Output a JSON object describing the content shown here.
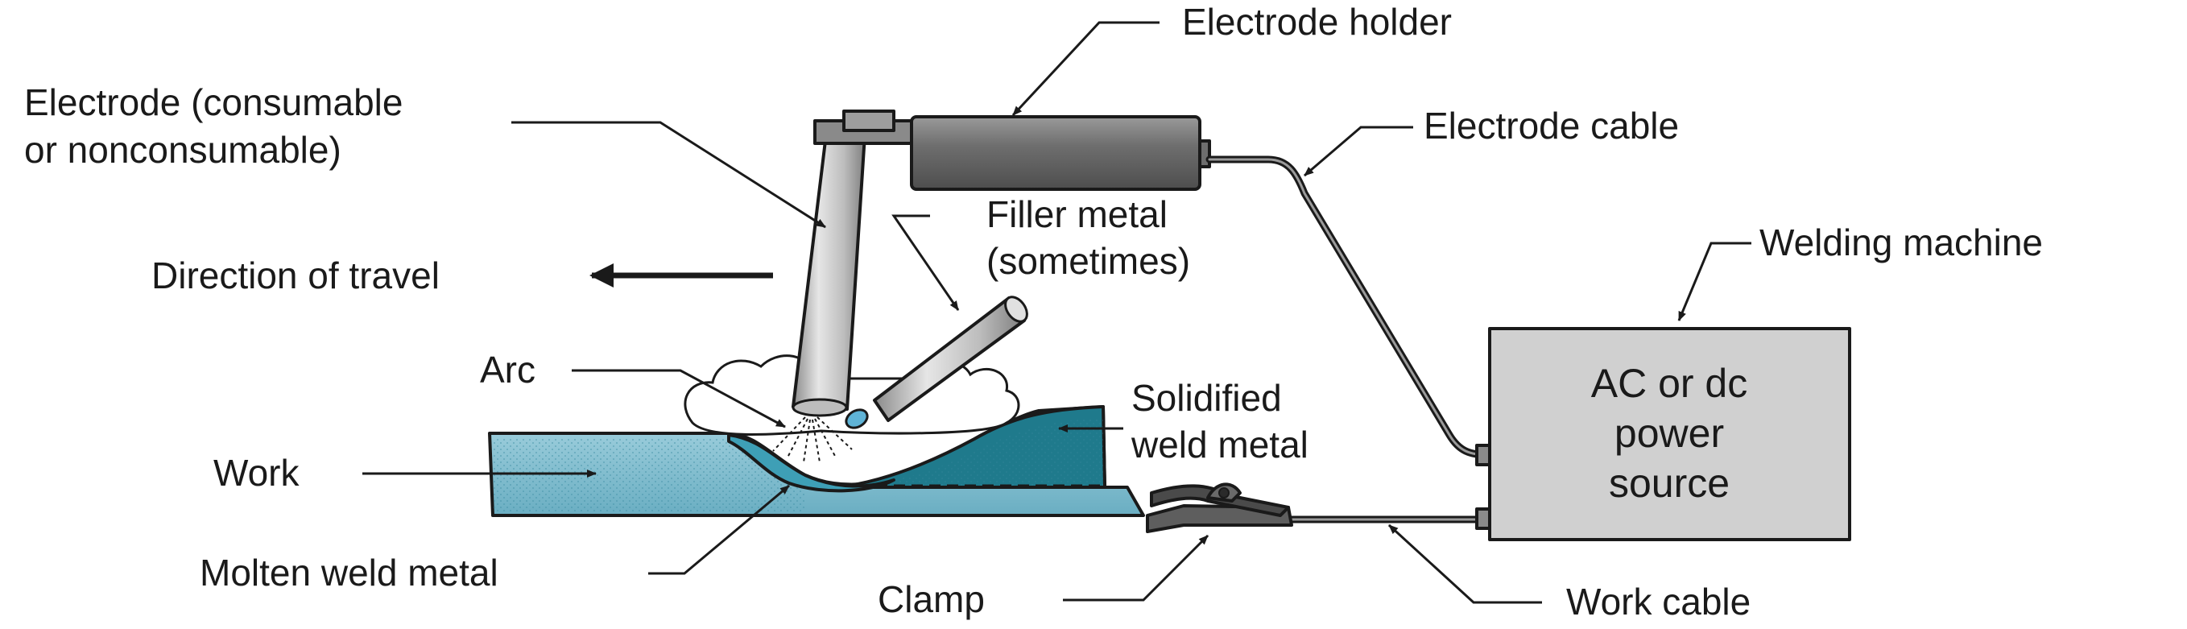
{
  "labels": {
    "electrode_holder": "Electrode holder",
    "electrode_line1": "Electrode (consumable",
    "electrode_line2": "or nonconsumable)",
    "electrode_cable": "Electrode cable",
    "filler_line1": "Filler metal",
    "filler_line2": "(sometimes)",
    "welding_machine": "Welding machine",
    "direction_of_travel": "Direction of travel",
    "arc": "Arc",
    "solidified_line1": "Solidified",
    "solidified_line2": "weld metal",
    "work": "Work",
    "molten_weld_metal": "Molten weld metal",
    "clamp": "Clamp",
    "work_cable": "Work cable"
  },
  "power_source": {
    "line1": "AC or dc",
    "line2": "power",
    "line3": "source"
  },
  "colors": {
    "work_fill": "#7dbccd",
    "work_top": "#a8d5e2",
    "weld_fill": "#1f7a8c",
    "machine_fill": "#d0d0d0",
    "holder_fill": "#7a7a7a",
    "electrode_fill": "#c4c4c4",
    "arc_droplet": "#5fb3d6"
  }
}
